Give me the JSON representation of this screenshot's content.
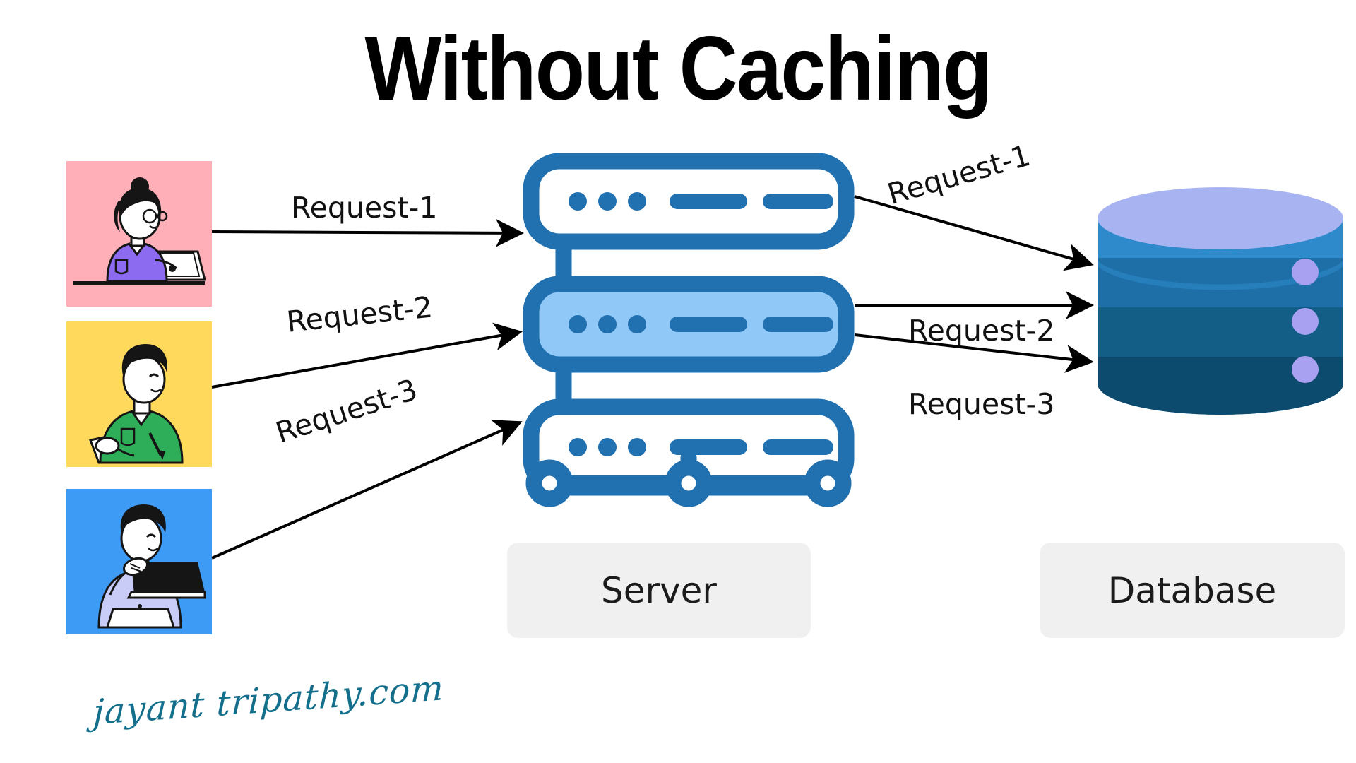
{
  "page": {
    "title": "Without Caching",
    "background_color": "#ffffff"
  },
  "users": [
    {
      "name": "user-1",
      "background_color": "#FFAFB8",
      "shirt_color": "#8C6BF0",
      "accent": "laptop"
    },
    {
      "name": "user-2",
      "background_color": "#FFD95C",
      "shirt_color": "#2EAE58",
      "accent": "writing"
    },
    {
      "name": "user-3",
      "background_color": "#3D9BF5",
      "shirt_color": "#C9CCF7",
      "accent": "laptop"
    }
  ],
  "requests_to_server": [
    {
      "label": "Request-1"
    },
    {
      "label": "Request-2"
    },
    {
      "label": "Request-3"
    }
  ],
  "requests_to_database": [
    {
      "label": "Request-1"
    },
    {
      "label": "Request-2"
    },
    {
      "label": "Request-3"
    }
  ],
  "server": {
    "caption": "Server",
    "border_color": "#2170B0",
    "highlight_color": "#90C8F8",
    "rack_count": 3,
    "highlighted_rack_index": 1,
    "dots_per_rack": 3,
    "bars_per_rack": 2
  },
  "database": {
    "caption": "Database",
    "top_color": "#A8B4F2",
    "band_colors": [
      "#2E8ACA",
      "#1E6FA8",
      "#125E86",
      "#0C4A6E"
    ],
    "dot_color": "#A8A0F0",
    "dot_count": 3
  },
  "captions": {
    "server_label": "Server",
    "database_label": "Database"
  },
  "watermark": {
    "text": "jayant tripathy.com",
    "color": "#136f8b"
  },
  "colors": {
    "blue_primary": "#2170B0",
    "blue_light": "#90C8F8",
    "caption_bg": "#f0f0f0",
    "arrow": "#000000"
  }
}
